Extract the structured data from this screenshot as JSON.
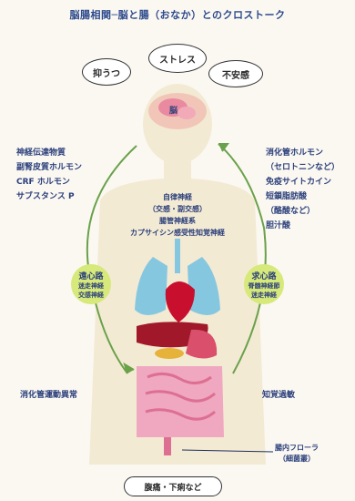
{
  "title": "脳腸相関─脳と腸（おなか）とのクロストーク",
  "stress_bubbles": [
    "抑うつ",
    "ストレス",
    "不安感"
  ],
  "brain_label": "脳",
  "left_list": [
    "神経伝達物質",
    "副腎皮質ホルモン",
    "CRF ホルモン",
    "サブスタンス P"
  ],
  "right_list": [
    "消化管ホルモン",
    "（セロトニンなど）",
    "免疫サイトカイン",
    "短鎖脂肪酸",
    "（酪酸など）",
    "胆汁酸"
  ],
  "center_text": [
    "自律神経",
    "（交感・副交感）",
    "腸管神経系",
    "カプサイシン感受性知覚神経"
  ],
  "efferent": {
    "title": "遠心路",
    "lines": [
      "迷走神経",
      "交感神経"
    ]
  },
  "afferent": {
    "title": "求心路",
    "lines": [
      "脊髄神経節",
      "迷走神経"
    ]
  },
  "left_bottom": "消化管運動異常",
  "right_bottom": "知覚過敏",
  "microbiota": [
    "腸内フローラ",
    "（細菌叢）"
  ],
  "symptom": "腹痛・下痢など",
  "colors": {
    "arrow": "#6aa14a",
    "circle": "#d6e97a",
    "text": "#2b3f7a",
    "body": "#f3ead4"
  }
}
